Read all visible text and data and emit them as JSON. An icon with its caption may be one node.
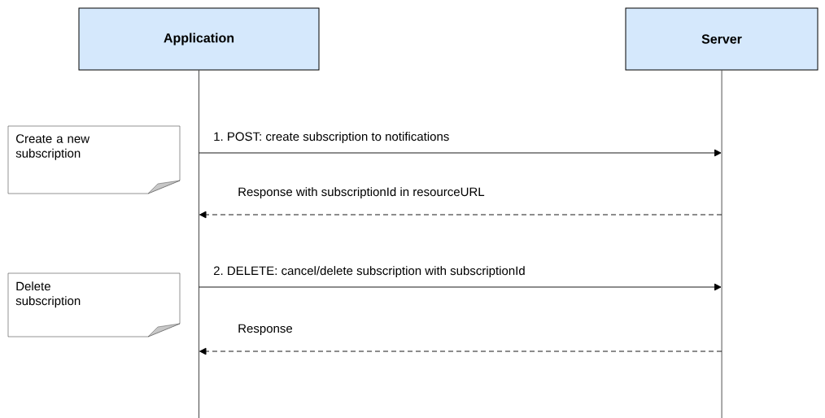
{
  "diagram": {
    "nodes": [
      {
        "text": [
          "Application"
        ]
      },
      {
        "text": [
          "Server"
        ]
      },
      {
        "text": [
          "Create a new subscription"
        ]
      },
      {
        "text": [
          "Delete subscription"
        ]
      }
    ],
    "edges": [
      {
        "from": 0,
        "to": 1,
        "arrow": "to",
        "label": "1. POST: create subscription to notifications"
      },
      {
        "from": 1,
        "to": 0,
        "arrow": "to",
        "label": "Response with subscriptionId in resourceURL",
        "style": "dashed"
      },
      {
        "from": 0,
        "to": 1,
        "arrow": "to",
        "label": "2. DELETE: cancel/delete subscription with subscriptionId"
      },
      {
        "from": 1,
        "to": 0,
        "arrow": "to",
        "label": "Response",
        "style": "dashed"
      }
    ]
  }
}
